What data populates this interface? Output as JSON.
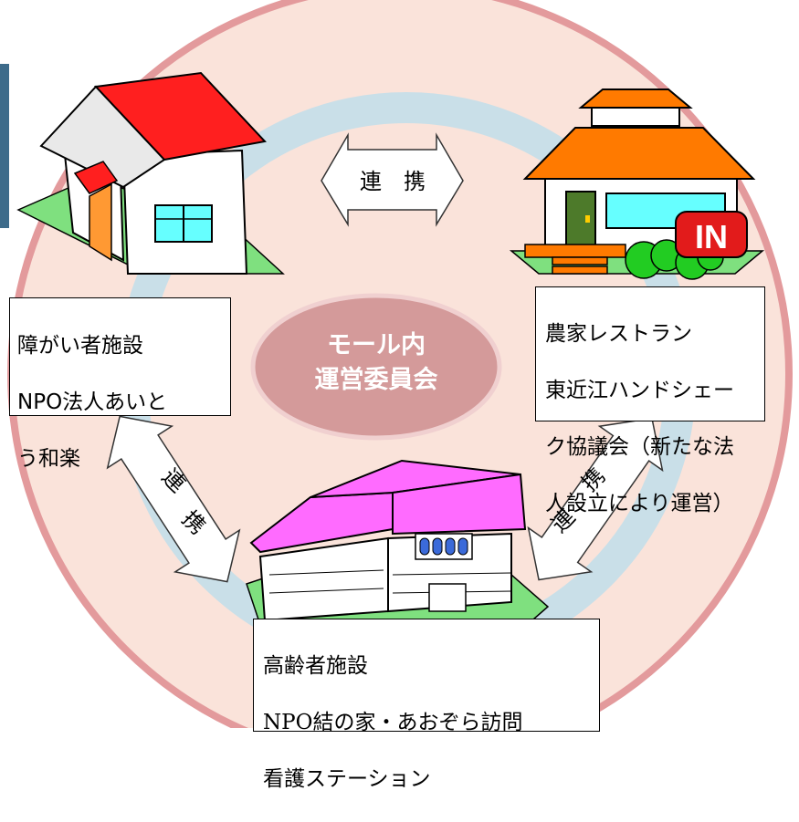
{
  "center": {
    "line1": "モール内",
    "line2": "運営委員会"
  },
  "arrows": {
    "top": "連　携",
    "left_top": "連",
    "left_bottom": "携",
    "right_top": "連",
    "right_bottom": "携"
  },
  "boxes": {
    "disability": {
      "line1": "障がい者施設",
      "line2": "NPO法人あいと",
      "line3": "う和楽"
    },
    "restaurant": {
      "line1": "農家レストラン",
      "line2": "東近江ハンドシェー",
      "line3": "ク協議会（新たな法",
      "line4": "人設立により運営）"
    },
    "elderly": {
      "line1": "高齢者施設",
      "line2": "NPO結の家・あおぞら訪問",
      "line3": "看護ステーション"
    }
  },
  "sign": {
    "text": "IN"
  },
  "colors": {
    "outer_disc": "#fae3da",
    "outer_border": "#e39a9c",
    "ring": "#c9dfe8",
    "center_ellipse": "#d49a9a",
    "center_text": "#ffffff",
    "roof_red": "#ff1f1f",
    "roof_orange": "#ff7a00",
    "roof_magenta": "#ff6bff",
    "window_cyan": "#66ffff",
    "door_orange": "#ff9933",
    "door_green": "#4d7a2a",
    "grass": "#7fe07f",
    "bush": "#22cc22",
    "sign_red": "#e21b1b"
  },
  "icons": [
    "house-icon",
    "restaurant-icon",
    "elderly-facility-icon",
    "double-arrow-icon"
  ]
}
